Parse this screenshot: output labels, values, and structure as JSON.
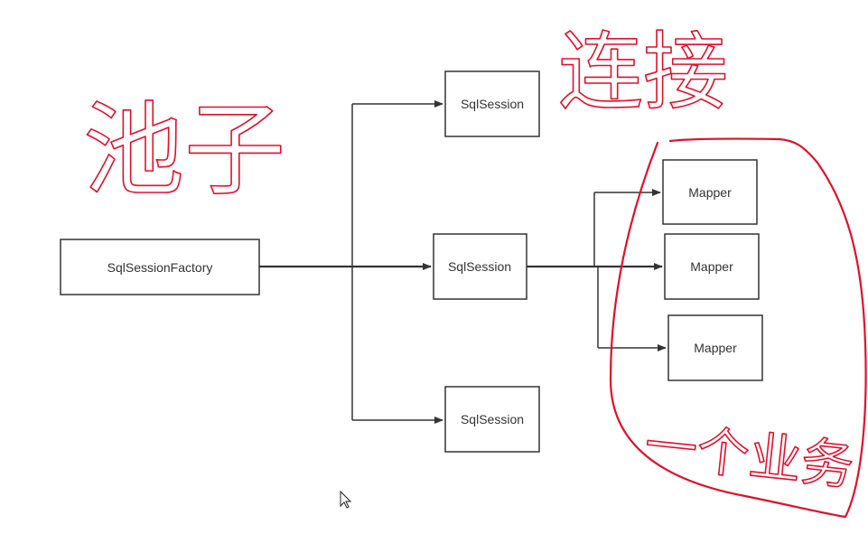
{
  "diagram": {
    "root": {
      "label": "SqlSessionFactory"
    },
    "sessions": [
      {
        "label": "SqlSession"
      },
      {
        "label": "SqlSession"
      },
      {
        "label": "SqlSession"
      }
    ],
    "mappers": [
      {
        "label": "Mapper"
      },
      {
        "label": "Mapper"
      },
      {
        "label": "Mapper"
      }
    ]
  },
  "annotations": {
    "pool": "池子",
    "connection": "连接",
    "transaction": "一个业务"
  },
  "colors": {
    "diagram_stroke": "#333333",
    "annotation_ink": "#e0102a",
    "background": "#ffffff"
  }
}
